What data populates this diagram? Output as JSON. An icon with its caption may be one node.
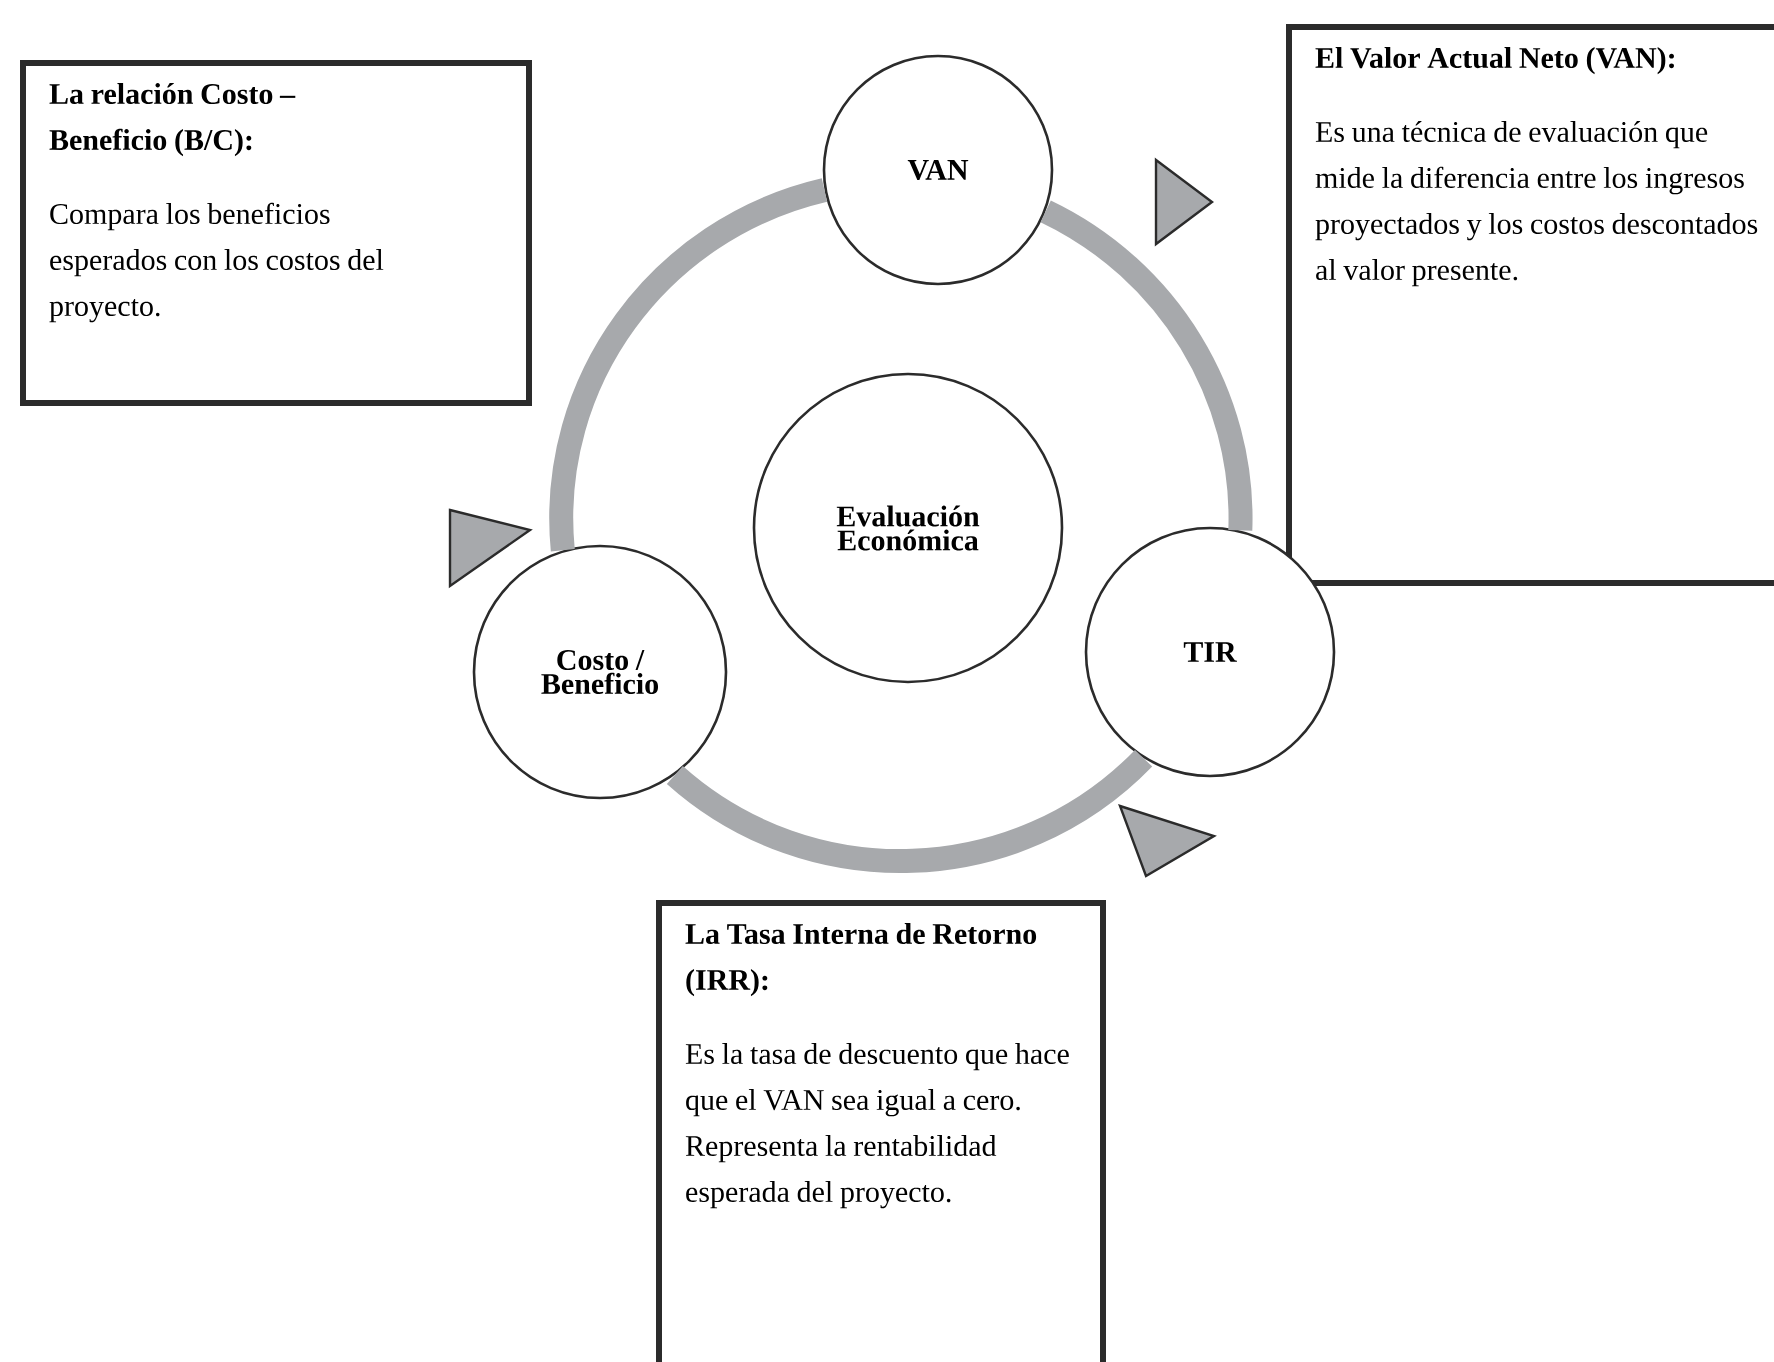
{
  "diagram": {
    "nodes": [
      {
        "text": [
          "La relación Costo – Beneficio (B/C):",
          "Compara los beneficios esperados con los costos del proyecto."
        ]
      },
      {
        "text": [
          "VAN"
        ]
      },
      {
        "text": [
          "El Valor Actual Neto (VAN):",
          "Es una técnica de evaluación que mide la diferencia entre los ingresos proyectados y los costos descontados al valor presente."
        ]
      },
      {
        "text": [
          "Evaluación Económica"
        ]
      },
      {
        "text": [
          "Costo / Beneficio"
        ]
      },
      {
        "text": [
          "TIR"
        ]
      },
      {
        "text": [
          "La Tasa Interna de Retorno (IRR):",
          "Es la tasa de descuento que hace que el VAN sea igual a cero. Representa la rentabilidad esperada del proyecto."
        ]
      }
    ],
    "edges": [
      {
        "from": 1,
        "to": 5,
        "arrow": "none"
      },
      {
        "from": 5,
        "to": 4,
        "arrow": "none"
      },
      {
        "from": 4,
        "to": 1,
        "arrow": "none"
      }
    ]
  }
}
